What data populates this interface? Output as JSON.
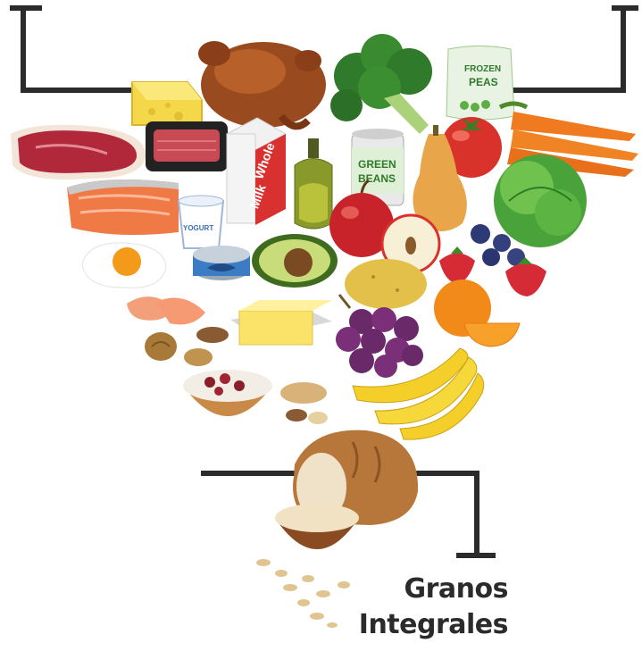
{
  "group_label": {
    "line1": "Granos",
    "line2": "Integrales"
  },
  "packaging": {
    "peas_line1": "FROZEN",
    "peas_line2": "PEAS",
    "beans_line1": "GREEN",
    "beans_line2": "BEANS",
    "milk_line1": "Whole",
    "milk_line2": "Milk",
    "yogurt": "YOGURT"
  },
  "colors": {
    "bracket": "#2b2b2b",
    "label": "#2b2b2b"
  }
}
